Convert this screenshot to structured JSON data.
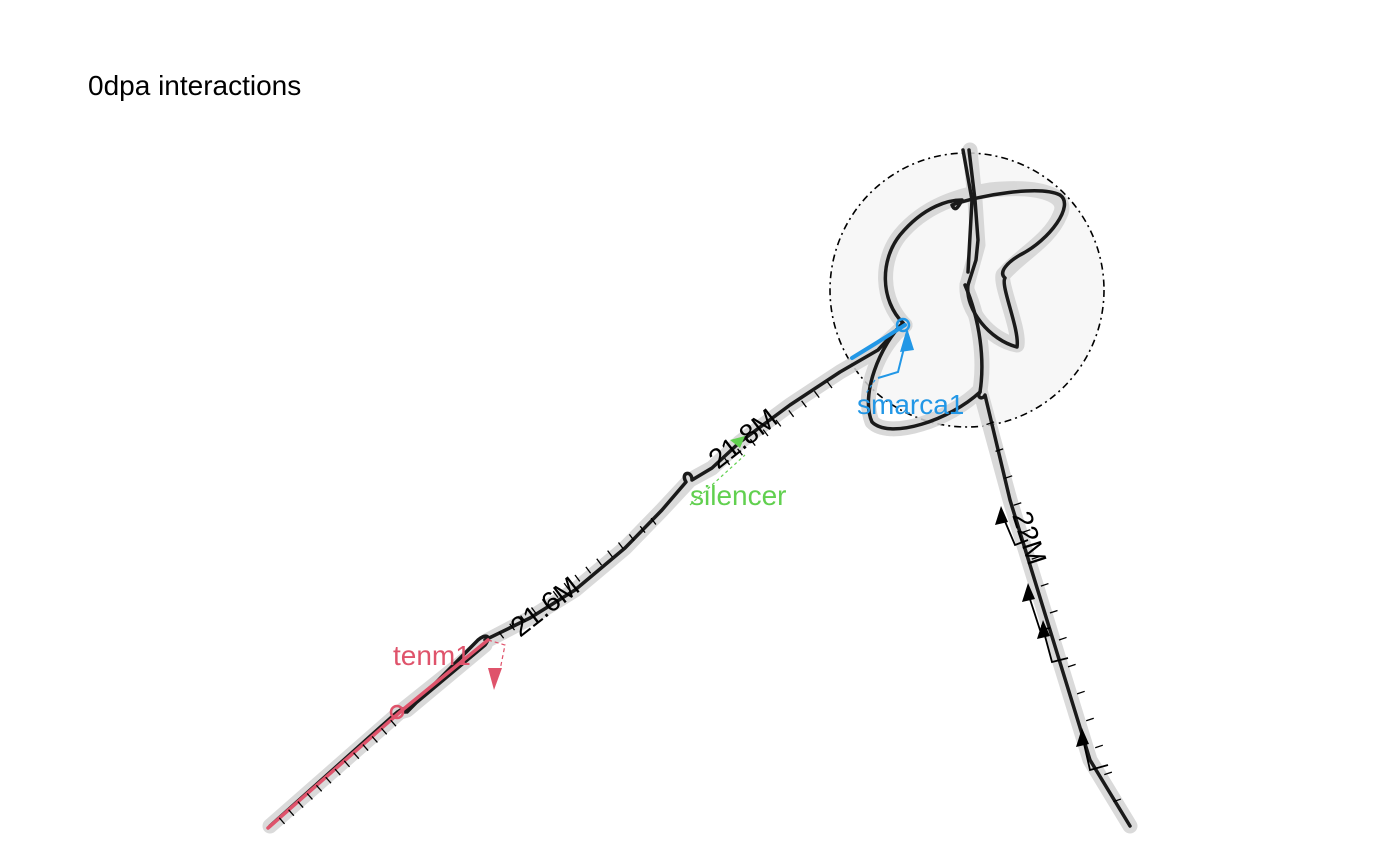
{
  "title": "0dpa interactions",
  "positions": {
    "p1": "21.6M",
    "p2": "21.8M",
    "p3": "22M"
  },
  "features": [
    {
      "name": "tenm1",
      "color": "#df536b"
    },
    {
      "name": "silencer",
      "color": "#61d04f"
    },
    {
      "name": "smarca1",
      "color": "#2297e6"
    }
  ],
  "colors": {
    "chromatin": "#1a1a1a",
    "halo": "#d3d3d3",
    "tad": "#f5f5f5"
  }
}
